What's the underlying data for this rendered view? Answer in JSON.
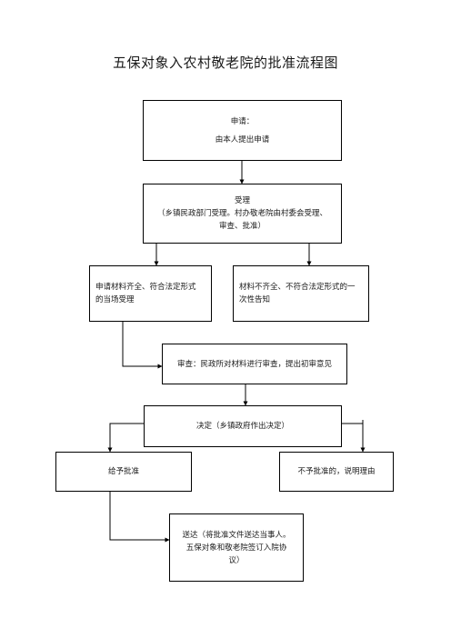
{
  "title": "五保对象入农村敬老院的批准流程图",
  "nodes": {
    "apply": {
      "lines": [
        "申请：",
        "由本人提出申请"
      ]
    },
    "accept": {
      "lines": [
        "受理",
        "（乡镇民政部门受理。村办敬老院由村委会受理、",
        "审查、批准）"
      ]
    },
    "complete": {
      "lines": [
        "申请材料齐全、符合法定形式",
        "的当场受理"
      ]
    },
    "incomplete": {
      "lines": [
        "材料不齐全、不符合法定形式的一",
        "次性告知"
      ]
    },
    "review": {
      "text": "审查：民政所对材料进行审查，提出初审意见"
    },
    "decide": {
      "text": "决定（乡镇政府作出决定）"
    },
    "approve": {
      "text": "给予批准"
    },
    "reject": {
      "text": "不予批准的，说明理由"
    },
    "deliver": {
      "lines": [
        "送达（将批准文件送达当事人。",
        "五保对象和敬老院签订入院协",
        "议）"
      ]
    }
  }
}
